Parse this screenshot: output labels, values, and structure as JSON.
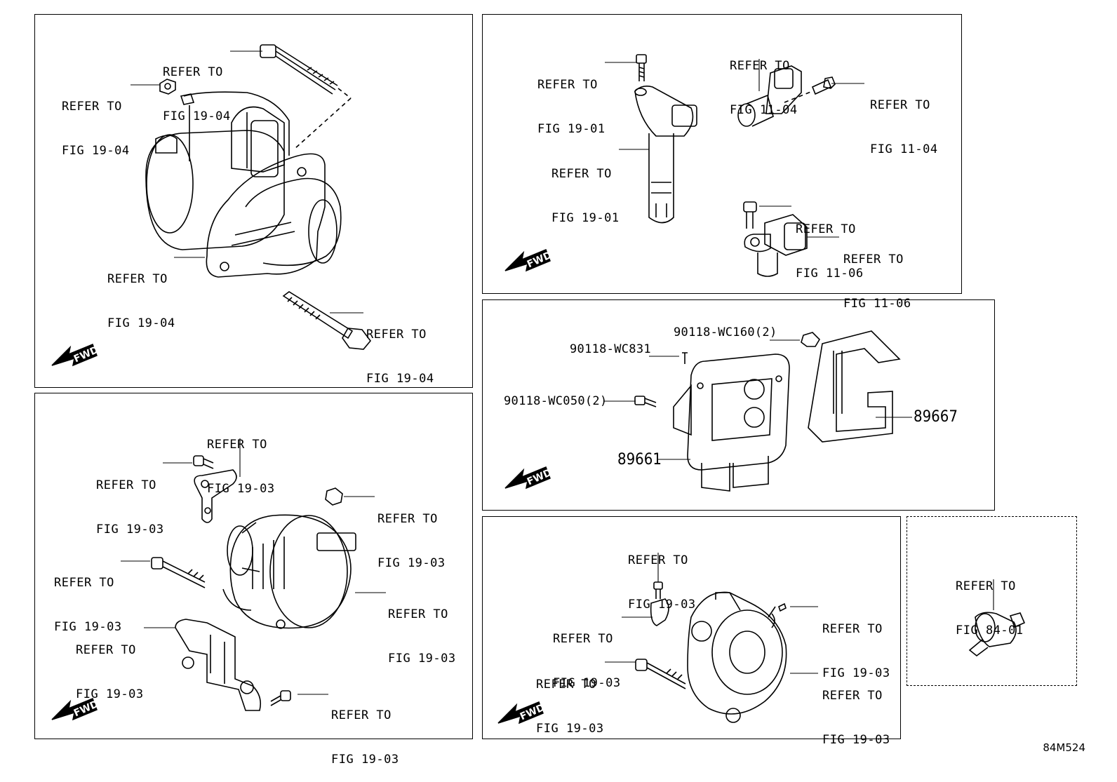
{
  "panels": {
    "starter": {
      "labels": [
        {
          "l1": "REFER TO",
          "l2": "FIG 19-04"
        },
        {
          "l1": "REFER TO",
          "l2": "FIG 19-04"
        },
        {
          "l1": "REFER TO",
          "l2": "FIG 19-04"
        },
        {
          "l1": "REFER TO",
          "l2": "FIG 19-04"
        }
      ],
      "fwd": "FWD"
    },
    "ignition": {
      "labels": [
        {
          "l1": "REFER TO",
          "l2": "FIG 19-01"
        },
        {
          "l1": "REFER TO",
          "l2": "FIG 19-01"
        },
        {
          "l1": "REFER TO",
          "l2": "FIG 11-04"
        },
        {
          "l1": "REFER TO",
          "l2": "FIG 11-04"
        },
        {
          "l1": "REFER TO",
          "l2": "FIG 11-06"
        },
        {
          "l1": "REFER TO",
          "l2": "FIG 11-06"
        }
      ],
      "fwd": "FWD"
    },
    "ecu": {
      "parts": [
        "90118-WC160(2)",
        "90118-WC831",
        "90118-WC050(2)"
      ],
      "big_parts": [
        "89667",
        "89661"
      ],
      "fwd": "FWD"
    },
    "alternator_left": {
      "labels": [
        {
          "l1": "REFER TO",
          "l2": "FIG 19-03"
        },
        {
          "l1": "REFER TO",
          "l2": "FIG 19-03"
        },
        {
          "l1": "REFER TO",
          "l2": "FIG 19-03"
        },
        {
          "l1": "REFER TO",
          "l2": "FIG 19-03"
        },
        {
          "l1": "REFER TO",
          "l2": "FIG 19-03"
        },
        {
          "l1": "REFER TO",
          "l2": "FIG 19-03"
        },
        {
          "l1": "REFER TO",
          "l2": "FIG 19-03"
        }
      ],
      "fwd": "FWD"
    },
    "alternator_right": {
      "labels": [
        {
          "l1": "REFER TO",
          "l2": "FIG 19-03"
        },
        {
          "l1": "REFER TO",
          "l2": "FIG 19-03"
        },
        {
          "l1": "REFER TO",
          "l2": "FIG 19-03"
        },
        {
          "l1": "REFER TO",
          "l2": "FIG 19-03"
        },
        {
          "l1": "REFER TO",
          "l2": "FIG 19-03"
        }
      ],
      "fwd": "FWD"
    },
    "oil_switch": {
      "labels": [
        {
          "l1": "REFER TO",
          "l2": "FIG 84-01"
        }
      ]
    }
  },
  "diagram_code": "84M524"
}
